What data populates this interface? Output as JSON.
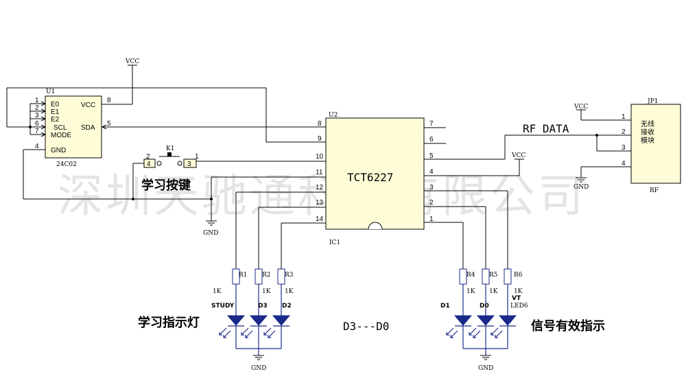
{
  "watermark": "深圳天驰通科技有限公司",
  "u1": {
    "ref": "U1",
    "part": "24C02",
    "pins_left": [
      {
        "num": "1",
        "name": "E0"
      },
      {
        "num": "2",
        "name": "E1"
      },
      {
        "num": "3",
        "name": "E2"
      },
      {
        "num": "6",
        "name": "SCL"
      },
      {
        "num": "7",
        "name": "MODE"
      },
      {
        "num": "4",
        "name": "GND"
      }
    ],
    "pins_right": [
      {
        "num": "8",
        "name": "VCC"
      },
      {
        "num": "5",
        "name": "SDA"
      }
    ]
  },
  "u2": {
    "ref": "U2",
    "part": "TCT6227",
    "label": "IC1",
    "pins_left": [
      "8",
      "9",
      "10",
      "11",
      "12",
      "13",
      "14"
    ],
    "pins_right": [
      "7",
      "6",
      "5",
      "4",
      "3",
      "2",
      "1"
    ]
  },
  "jp1": {
    "ref": "JP1",
    "text_lines": [
      "无线",
      "接收",
      "模块"
    ],
    "footer": "RF",
    "pins": [
      "1",
      "2",
      "3",
      "4"
    ]
  },
  "k1": {
    "ref": "K1",
    "pins": [
      "2",
      "4",
      "1",
      "3"
    ]
  },
  "power": {
    "vcc": "VCC",
    "gnd": "GND"
  },
  "resistors": [
    {
      "ref": "R1",
      "value": "1K"
    },
    {
      "ref": "R2",
      "value": "1K"
    },
    {
      "ref": "R3",
      "value": "1K"
    },
    {
      "ref": "R4",
      "value": "1K"
    },
    {
      "ref": "R5",
      "value": "1K"
    },
    {
      "ref": "R6",
      "value": "1K"
    }
  ],
  "leds": [
    {
      "label": "STUDY"
    },
    {
      "label": "D3"
    },
    {
      "label": "D2"
    },
    {
      "label": "D1"
    },
    {
      "label": "D0"
    },
    {
      "label": "VT"
    }
  ],
  "led6_label": "LED6",
  "labels": {
    "rf_data": "RF DATA",
    "learn_key": "学习按键",
    "learn_indicator": "学习指示灯",
    "data_bits": "D3---D0",
    "signal_indicator": "信号有效指示"
  }
}
